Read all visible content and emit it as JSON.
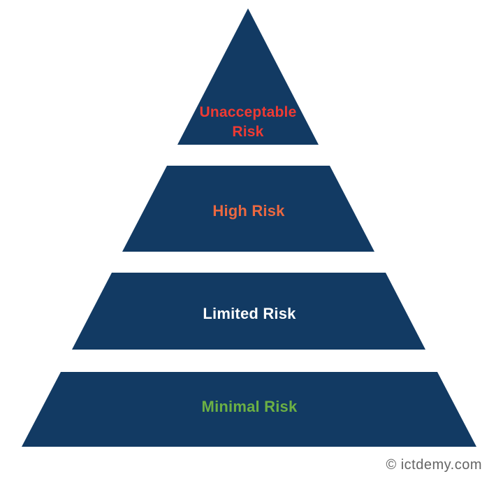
{
  "diagram": {
    "type": "pyramid",
    "pyramid_fill": "#123A63",
    "layers": [
      {
        "id": "unacceptable-risk",
        "label": "Unacceptable Risk",
        "label_lines": [
          "Unacceptable",
          "Risk"
        ],
        "text_color": "#EF3A33",
        "level": 1
      },
      {
        "id": "high-risk",
        "label": "High Risk",
        "text_color": "#EB6840",
        "level": 2
      },
      {
        "id": "limited-risk",
        "label": "Limited Risk",
        "text_color": "#FFFFFF",
        "level": 3
      },
      {
        "id": "minimal-risk",
        "label": "Minimal Risk",
        "text_color": "#6CB044",
        "level": 4
      }
    ]
  },
  "footer": {
    "watermark": "© ictdemy.com",
    "color": "#646464"
  }
}
